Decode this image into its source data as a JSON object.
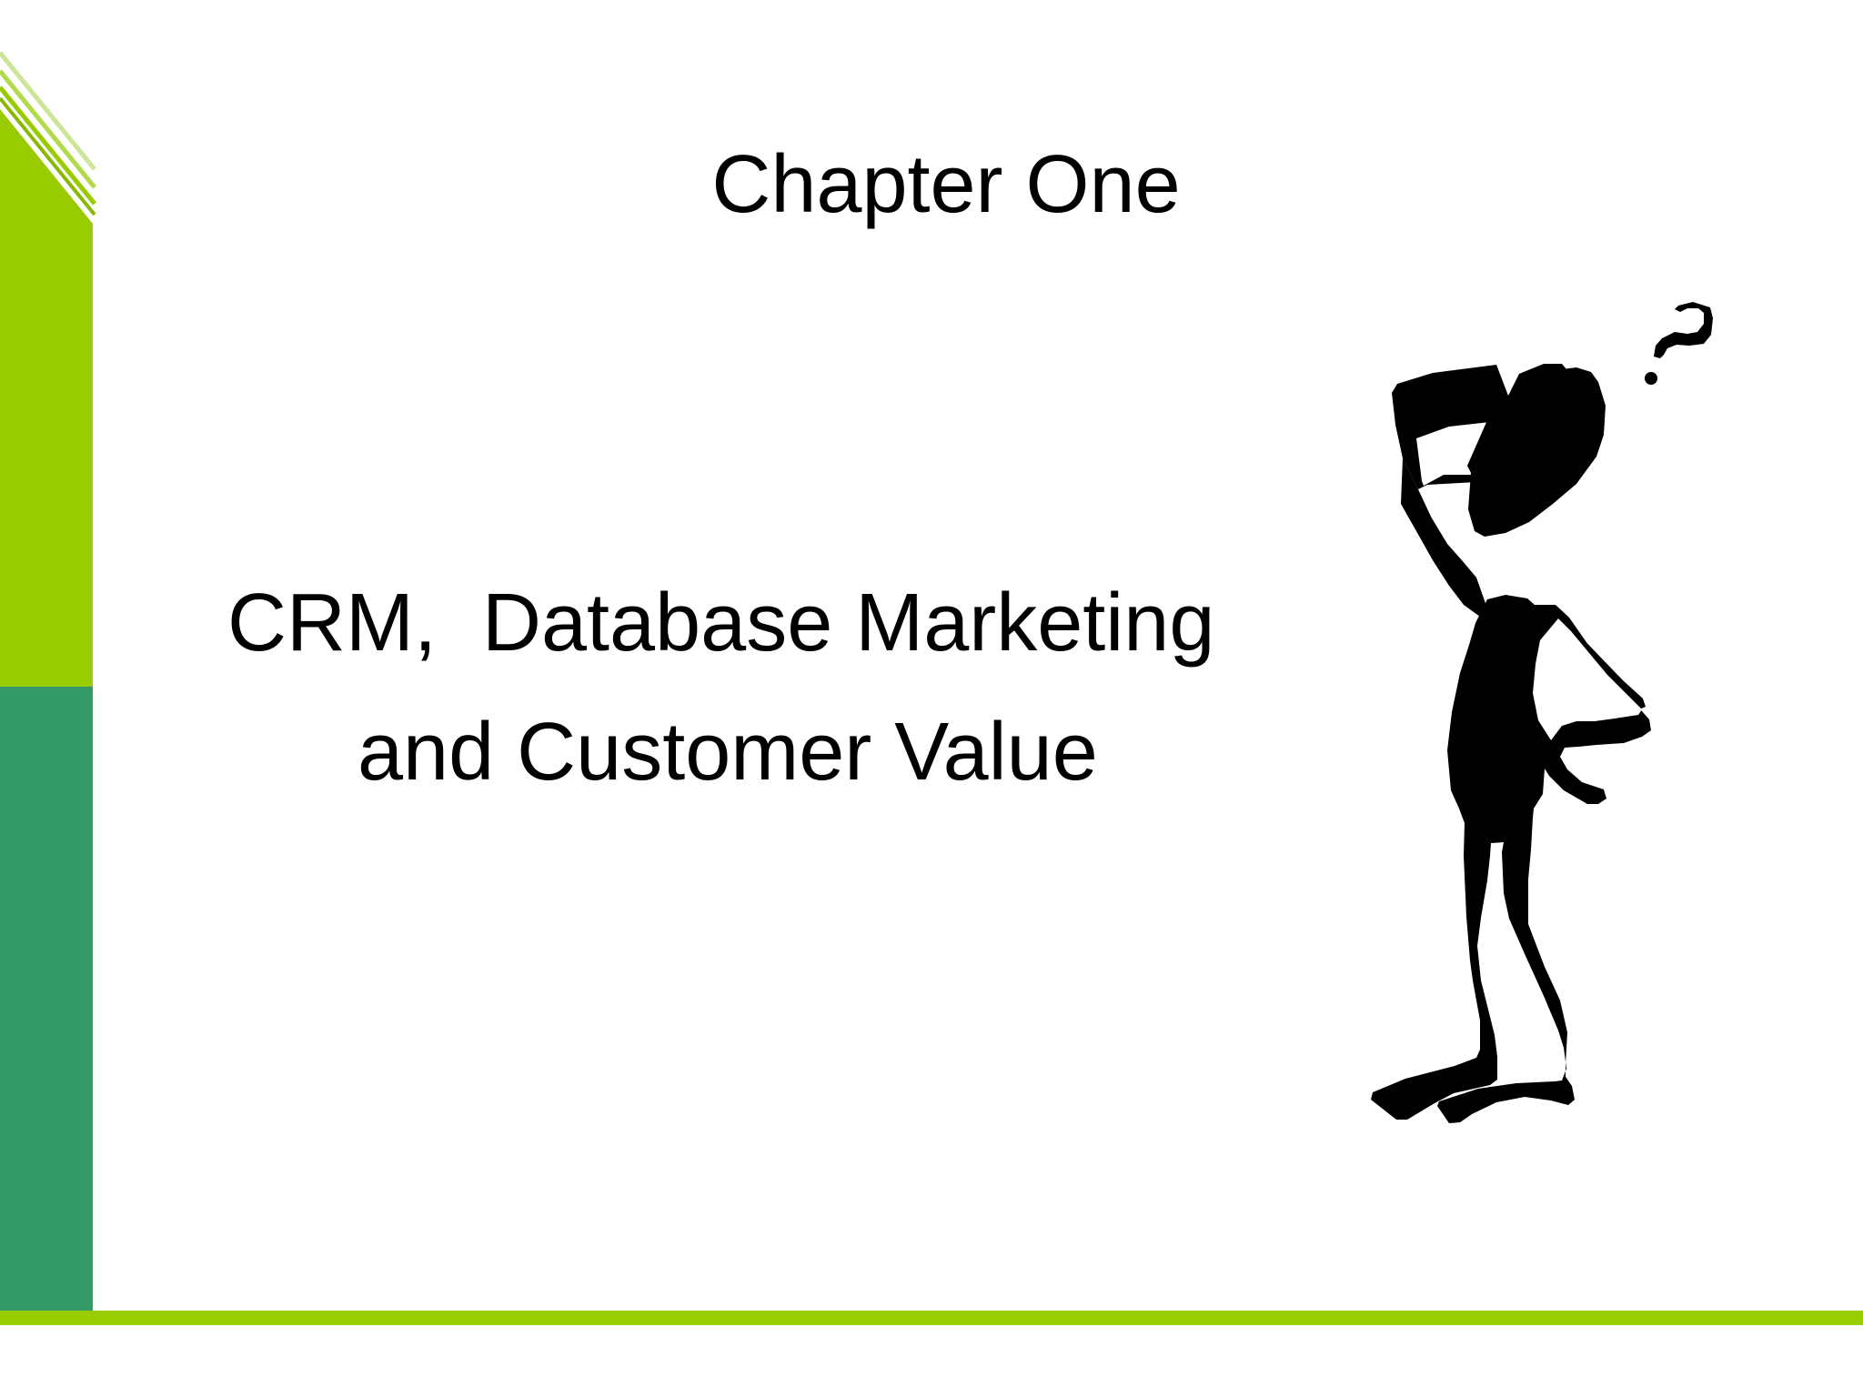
{
  "slide": {
    "chapter_title": "Chapter One",
    "subtitle_line_1": "CRM,  Database Marketing",
    "subtitle_line_2": "and Customer Value"
  },
  "colors": {
    "background": "#ffffff",
    "lime_green": "#99cc00",
    "sea_green": "#339966",
    "light_lime": "#cce699",
    "text": "#000000",
    "figure": "#000000"
  },
  "graphics": {
    "clipart": "thinking-stick-figure-with-question-mark",
    "left_bar": "green-vertical-bar",
    "bottom_bar": "green-horizontal-bar"
  }
}
